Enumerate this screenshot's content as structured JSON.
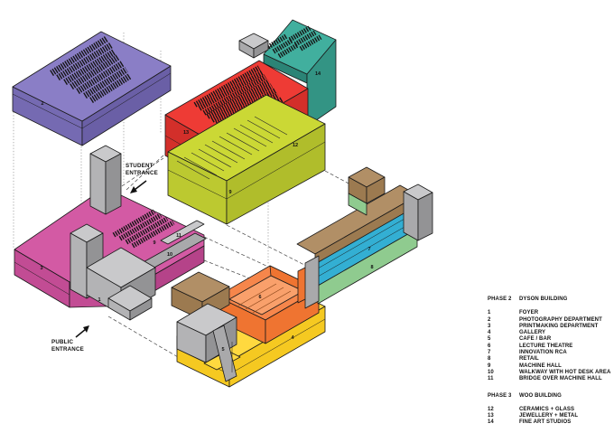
{
  "diagram": {
    "labels": {
      "foyer": "1",
      "photography": "2",
      "printmaking": "3",
      "gallery": "4",
      "cafe": "5",
      "lecture": "6",
      "innovation": "7",
      "retail": "8",
      "machine_hall": "9",
      "walkway": "10",
      "bridge": "11",
      "ceramics": "12",
      "jewellery": "13",
      "fine_art": "14"
    },
    "annotations": {
      "student_entrance_line1": "STUDENT",
      "student_entrance_line2": "ENTRANCE",
      "public_entrance_line1": "PUBLIC",
      "public_entrance_line2": "ENTRANCE"
    }
  },
  "legend": {
    "phase2": {
      "label": "PHASE 2",
      "building": "DYSON BUILDING",
      "items": [
        {
          "num": "1",
          "label": "FOYER"
        },
        {
          "num": "2",
          "label": "PHOTOGRAPHY DEPARTMENT"
        },
        {
          "num": "3",
          "label": "PRINTMAKING DEPARTMENT"
        },
        {
          "num": "4",
          "label": "GALLERY"
        },
        {
          "num": "5",
          "label": "CAFE / BAR"
        },
        {
          "num": "6",
          "label": "LECTURE THEATRE"
        },
        {
          "num": "7",
          "label": "INNOVATION RCA"
        },
        {
          "num": "8",
          "label": "RETAIL"
        },
        {
          "num": "9",
          "label": "MACHINE HALL"
        },
        {
          "num": "10",
          "label": "WALKWAY WITH HOT DESK AREA"
        },
        {
          "num": "11",
          "label": "BRIDGE OVER MACHINE HALL"
        }
      ]
    },
    "phase3": {
      "label": "PHASE 3",
      "building": "WOO BUILDING",
      "items": [
        {
          "num": "12",
          "label": "CERAMICS + GLASS"
        },
        {
          "num": "13",
          "label": "JEWELLERY + METAL"
        },
        {
          "num": "14",
          "label": "FINE ART STUDIOS"
        }
      ]
    }
  },
  "colors": {
    "purple": "#8A7EC6",
    "purpleSide": "#756AB2",
    "purpleDark": "#6A5FA6",
    "red": "#EE3B35",
    "redSide": "#D32F2A",
    "teal": "#41AF9E",
    "tealSide": "#339484",
    "tealDark": "#2B8476",
    "lime": "#CBD835",
    "limeSide": "#BCC930",
    "limeDark": "#B0BD2B",
    "magenta": "#D35AA4",
    "magentaSide": "#C24C94",
    "magentaDark": "#B54389",
    "gray": "#C9C9CB",
    "grayMid": "#B3B3B5",
    "graySide": "#A9A9AB",
    "grayDark": "#939395",
    "cyan": "#33AFD3",
    "green": "#8FCB8F",
    "brown": "#B18F66",
    "brownSide": "#9C7A50",
    "orange": "#F6864B",
    "orangeSide": "#EF7431",
    "orangeInner": "#F9A06B",
    "yellow": "#FFD93F",
    "yellowSide": "#F5C921"
  }
}
